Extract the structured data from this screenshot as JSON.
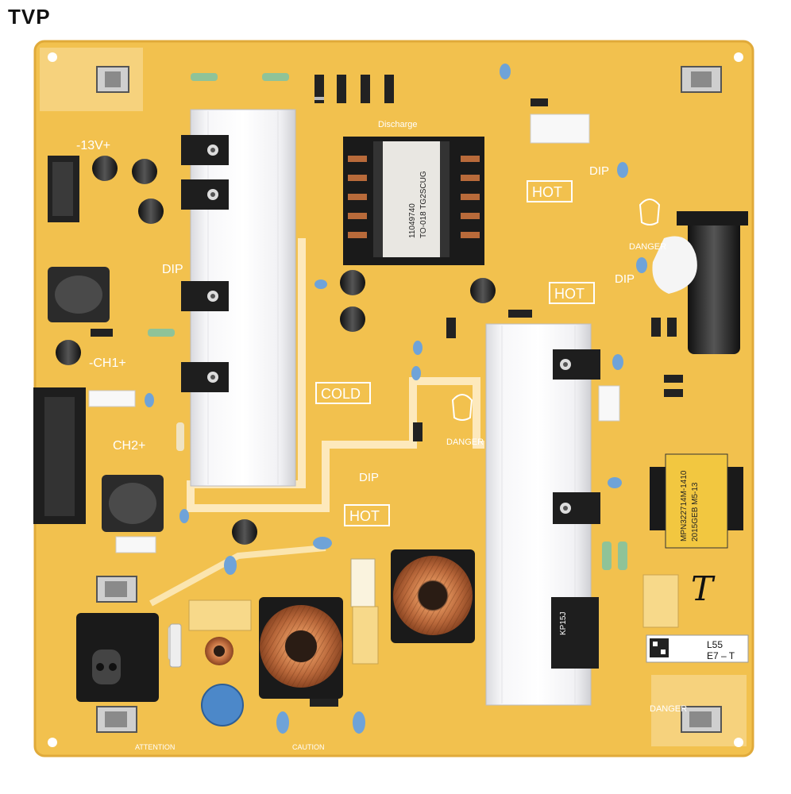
{
  "watermark": "TVP",
  "board": {
    "colors": {
      "pcb": "#f2c14e",
      "pcb_dark": "#e6ad36",
      "silk": "#ffffff",
      "heatsink": "#f4f4f6",
      "copper": "#b8673a"
    },
    "labels": {
      "hot1": "HOT",
      "hot2": "HOT",
      "hot3": "HOT",
      "cold": "COLD",
      "dip1": "DIP",
      "dip2": "DIP",
      "dip3": "DIP",
      "dip4": "DIP",
      "danger1": "DANGER",
      "danger2": "DANGER",
      "danger3": "DANGER",
      "v13": "-13V+",
      "ch1": "-CH1+",
      "ch2": "CH2+",
      "discharge": "Discharge",
      "model_l": "L55",
      "model_e": "E7 – T",
      "transformer_line1": "11049740",
      "transformer_line2": "TO-018 TG2SCUG",
      "inductor_line1": "MPN322714M-1410",
      "inductor_line2": "2015GEB  M5-13",
      "attention": "ATTENTION",
      "caution": "CAUTION",
      "kp15j": "KP15J",
      "handwritten": "T"
    }
  }
}
